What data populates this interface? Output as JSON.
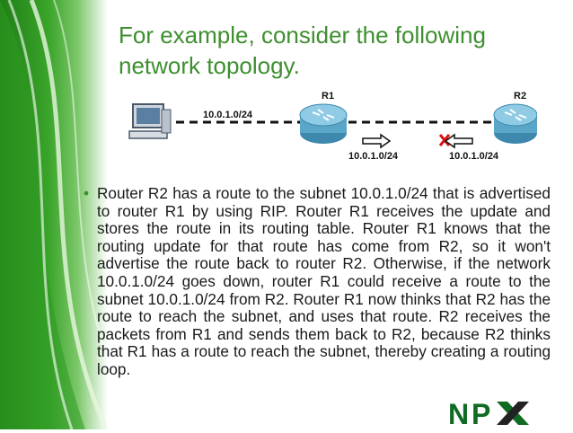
{
  "slide": {
    "title": "For example, consider the following network topology.",
    "body": "Router R2 has a route to the subnet 10.0.1.0/24 that is advertised to router R1 by using RIP. Router R1 receives the update and stores the route in its routing table. Router R1 knows that the routing update for that route has come from R2, so it won't advertise the route back to router R2. Otherwise, if the network 10.0.1.0/24 goes down, router R1 could receive a route to the subnet 10.0.1.0/24 from R2. Router R1 now thinks that R2 has the route to reach the subnet, and uses that route. R2 receives the packets from R1 and sends them back to R2, because R2 thinks that R1 has a route to reach the subnet, thereby creating a routing loop."
  },
  "topology": {
    "pc_link_label": "10.0.1.0/24",
    "r1_label": "R1",
    "r2_label": "R2",
    "r1_advert_label": "10.0.1.0/24",
    "r2_advert_label": "10.0.1.0/24"
  },
  "logo": {
    "text": "NPX"
  },
  "colors": {
    "accent": "#3d8f2f",
    "router": "#5aa6c8",
    "block_x": "#d11"
  }
}
